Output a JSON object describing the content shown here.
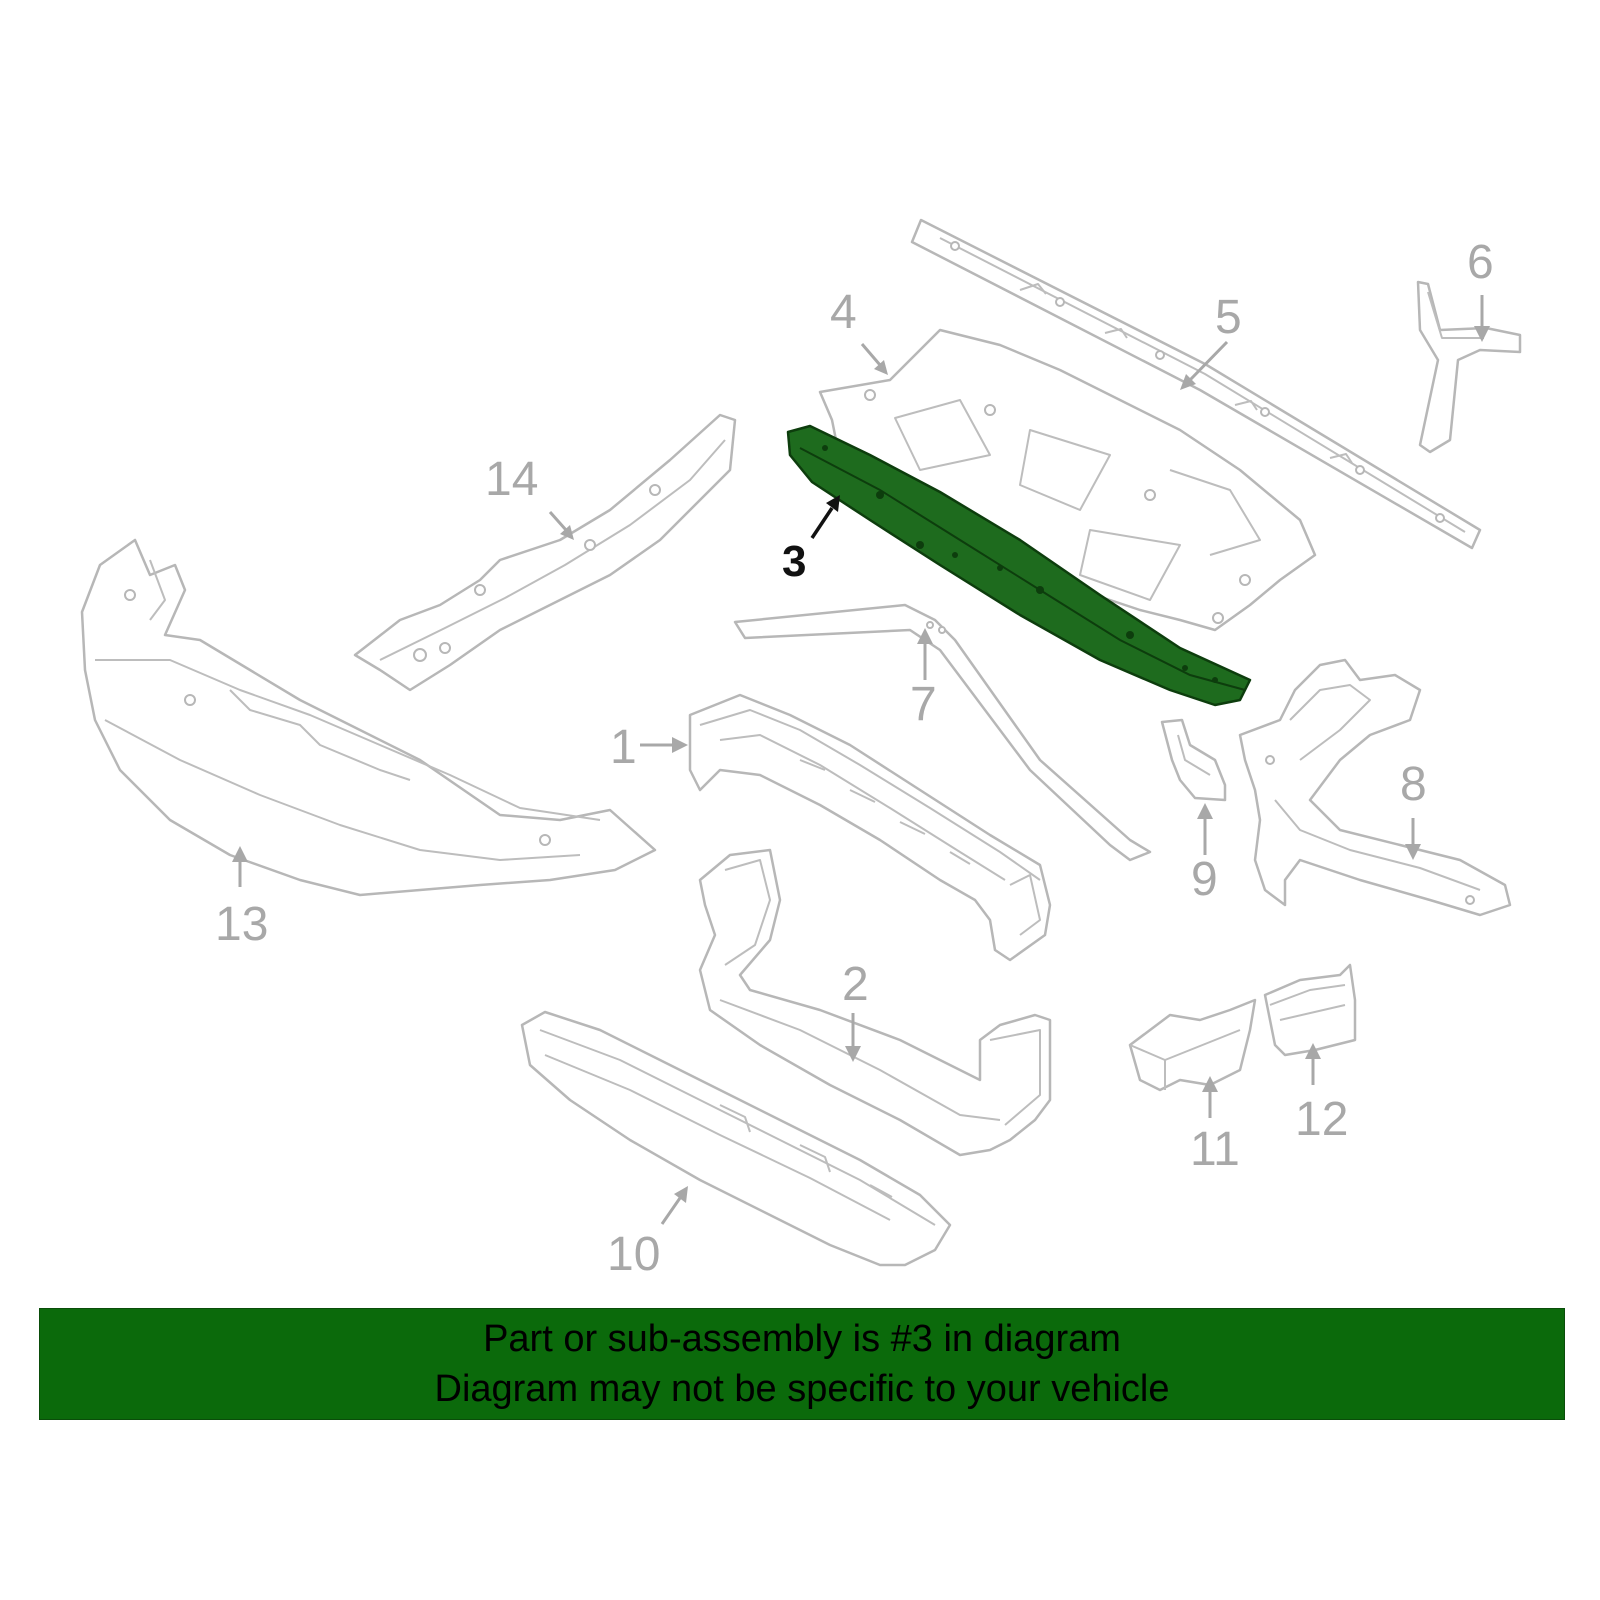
{
  "watermark": "",
  "callouts": [
    {
      "id": "1",
      "label": "1"
    },
    {
      "id": "2",
      "label": "2"
    },
    {
      "id": "3",
      "label": "3",
      "highlighted": true
    },
    {
      "id": "4",
      "label": "4"
    },
    {
      "id": "5",
      "label": "5"
    },
    {
      "id": "6",
      "label": "6"
    },
    {
      "id": "7",
      "label": "7"
    },
    {
      "id": "8",
      "label": "8"
    },
    {
      "id": "9",
      "label": "9"
    },
    {
      "id": "10",
      "label": "10"
    },
    {
      "id": "11",
      "label": "11"
    },
    {
      "id": "12",
      "label": "12"
    },
    {
      "id": "13",
      "label": "13"
    },
    {
      "id": "14",
      "label": "14"
    }
  ],
  "colors": {
    "highlight_part": "#1e6b1e",
    "banner_background": "#0b6a0b",
    "line_art": "#b7b7b7",
    "callout_text": "#a8a8a8",
    "highlight_callout_text": "#111111"
  },
  "banner": {
    "line1": "Part or sub-assembly is #3 in diagram",
    "line2": "Diagram may not be specific to your vehicle"
  }
}
